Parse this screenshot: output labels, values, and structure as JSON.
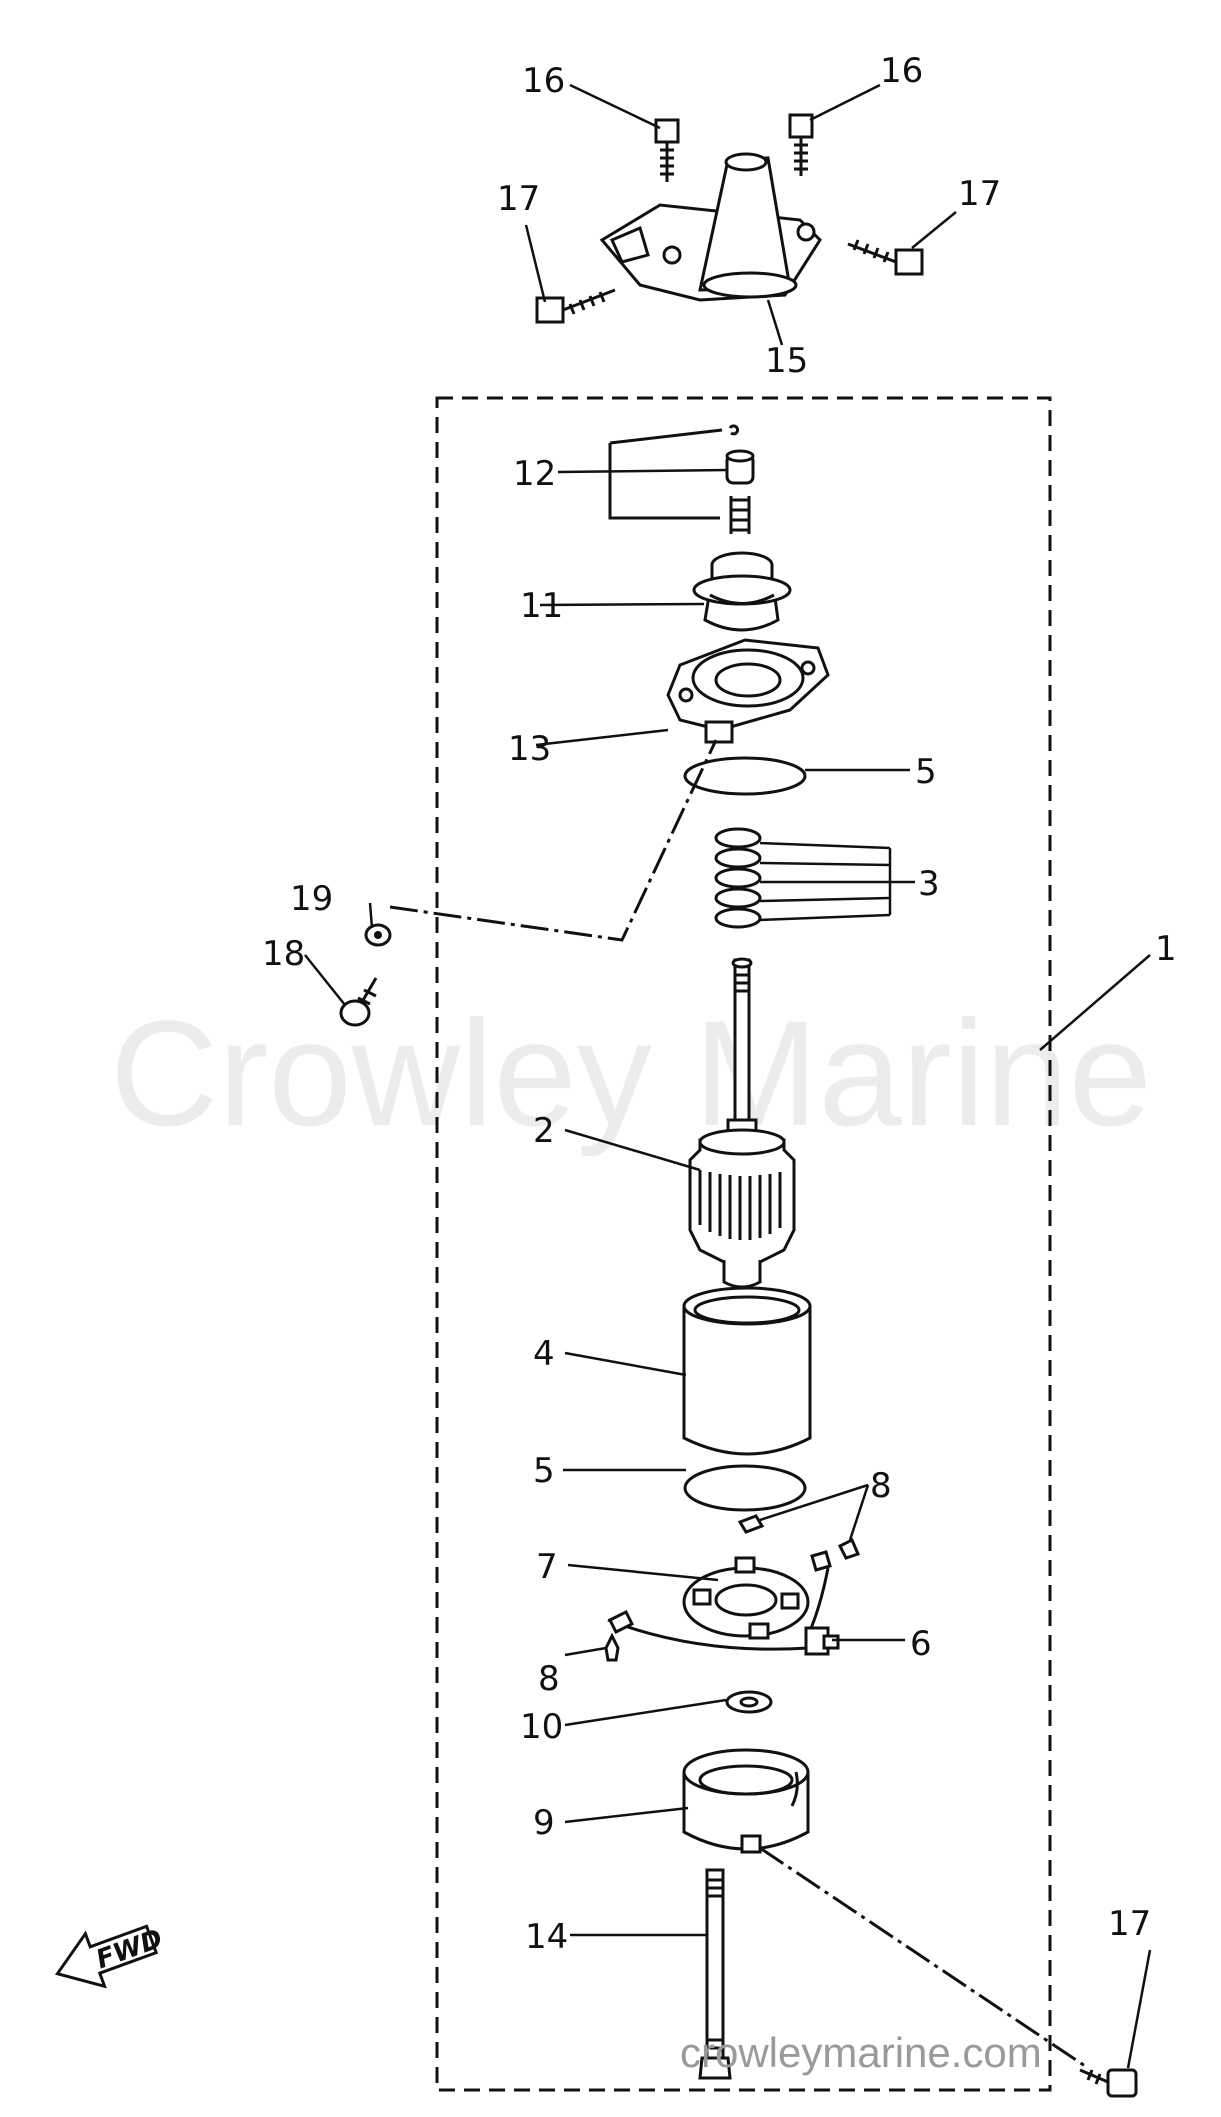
{
  "watermark": {
    "center": "Crowley Marine",
    "footer": "crowleymarine.com"
  },
  "direction_tag": "FWD",
  "callouts": [
    "1",
    "2",
    "3",
    "4",
    "5",
    "5",
    "6",
    "7",
    "8",
    "8",
    "9",
    "10",
    "11",
    "12",
    "13",
    "14",
    "15",
    "16",
    "16",
    "17",
    "17",
    "17",
    "18",
    "19"
  ]
}
